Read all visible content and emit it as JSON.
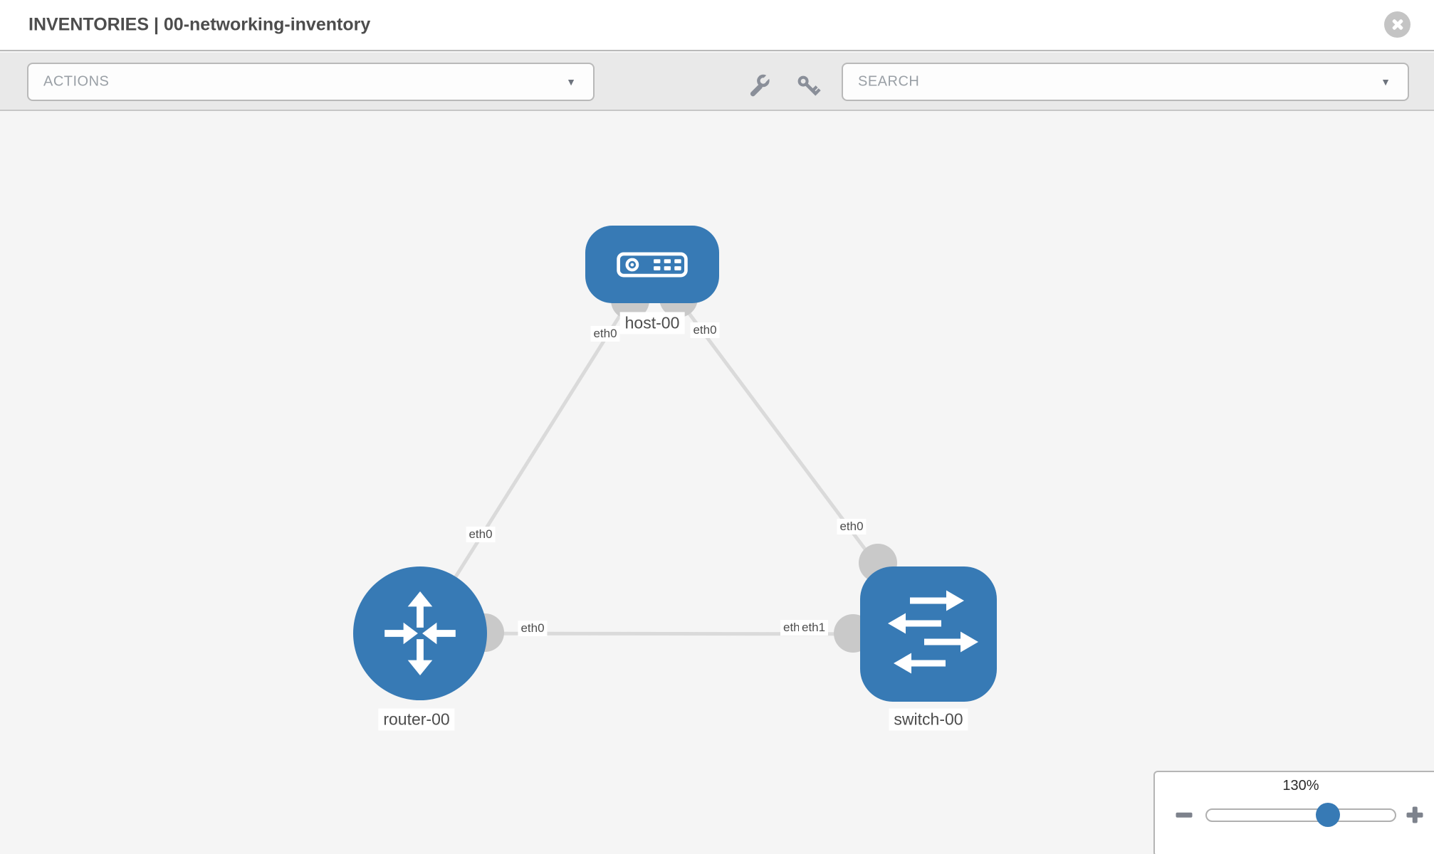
{
  "header": {
    "title": "INVENTORIES | 00-networking-inventory",
    "close_icon": "circle-x"
  },
  "toolbar": {
    "actions_label": "ACTIONS",
    "search_label": "SEARCH",
    "dropdown_caret": "▼",
    "wrench_icon": "wrench",
    "key_icon": "key"
  },
  "topology": {
    "nodes": [
      {
        "id": "host-00",
        "type": "host",
        "label": "host-00"
      },
      {
        "id": "router-00",
        "type": "router",
        "label": "router-00"
      },
      {
        "id": "switch-00",
        "type": "switch",
        "label": "switch-00"
      }
    ],
    "links": [
      {
        "source": "host-00",
        "target": "router-00",
        "source_interface": "eth0",
        "target_interface": "eth0"
      },
      {
        "source": "host-00",
        "target": "switch-00",
        "source_interface": "eth0",
        "target_interface": "eth0"
      },
      {
        "source": "router-00",
        "target": "switch-00",
        "source_interface": "eth0",
        "target_interface": "eth1",
        "target_interface_overlapped": "eth0"
      }
    ]
  },
  "zoom_control": {
    "level": "130%",
    "zoom_out_icon": "minus",
    "zoom_in_icon": "plus"
  },
  "colors": {
    "node_blue": "#377ab5",
    "link_gray": "#dadada",
    "port_gray": "#c9c9c9",
    "canvas_bg": "#f5f5f5",
    "toolbar_bg": "#e9e9e9"
  }
}
